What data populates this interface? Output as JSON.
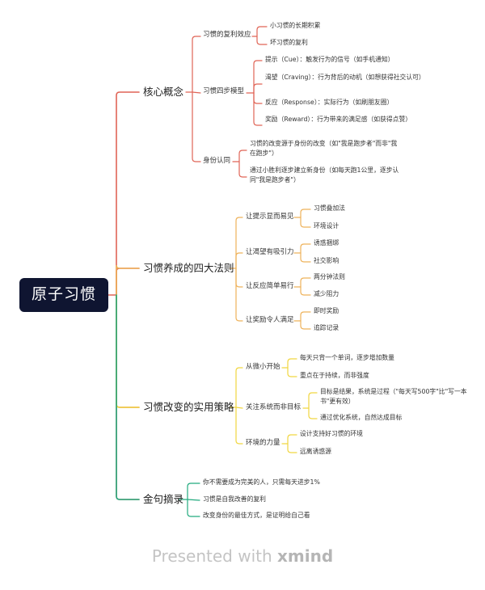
{
  "root": "原子习惯",
  "branches": [
    {
      "title": "核心概念",
      "color": "#e06456",
      "subs": [
        {
          "label": "习惯的复利效应",
          "leaves": [
            "小习惯的长期积累",
            "坏习惯的复利"
          ]
        },
        {
          "label": "习惯四步模型",
          "leaves": [
            "提示（Cue）：触发行为的信号（如手机通知）",
            "渴望（Craving）：行为背后的动机（如想获得社交认可）",
            "反应（Response）：实际行为（如刷朋友圈）",
            "奖励（Reward）：行为带来的满足感（如获得点赞）"
          ]
        },
        {
          "label": "身份认同",
          "leaves": [
            "习惯的改变源于身份的改变（如\"我是跑步者\"而非\"我在跑步\"）",
            "通过小胜利逐步建立新身份（如每天跑1公里，逐步认同\"我是跑步者\"）"
          ]
        }
      ]
    },
    {
      "title": "习惯养成的四大法则",
      "color": "#eeb25a",
      "subs": [
        {
          "label": "让提示显而易见",
          "leaves": [
            "习惯叠加法",
            "环境设计"
          ]
        },
        {
          "label": "让渴望有吸引力",
          "leaves": [
            "诱惑捆绑",
            "社交影响"
          ]
        },
        {
          "label": "让反应简单易行",
          "leaves": [
            "两分钟法则",
            "减少阻力"
          ]
        },
        {
          "label": "让奖励令人满足",
          "leaves": [
            "即时奖励",
            "追踪记录"
          ]
        }
      ]
    },
    {
      "title": "习惯改变的实用策略",
      "color": "#f1d640",
      "subs": [
        {
          "label": "从微小开始",
          "leaves": [
            "每天只背一个单词，逐步增加数量",
            "重点在于持续，而非强度"
          ]
        },
        {
          "label": "关注系统而非目标",
          "leaves": [
            "目标是结果，系统是过程（\"每天写500字\"比\"写一本书\"更有效）",
            "通过优化系统，自然达成目标"
          ]
        },
        {
          "label": "环境的力量",
          "leaves": [
            "设计支持好习惯的环境",
            "远离诱惑源"
          ]
        }
      ]
    },
    {
      "title": "金句摘录",
      "color": "#22aa7e",
      "leaves": [
        "你不需要成为完美的人，只需每天进步1%",
        "习惯是自我改善的复利",
        "改变身份的最佳方式，是证明给自己看"
      ]
    }
  ],
  "footer": {
    "prefix": "Presented with",
    "brand": "xmind"
  }
}
